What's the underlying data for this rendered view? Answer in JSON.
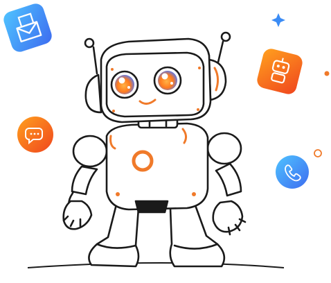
{
  "illustration": {
    "subject": "robot-mascot",
    "colors": {
      "outline": "#1a1a1a",
      "fill": "#ffffff",
      "orange_light": "#ffa01e",
      "orange_dark": "#f0461e",
      "blue_light": "#4fc3ff",
      "blue_dark": "#3d6cf0",
      "eye_orange": "#ff8a1e",
      "eye_blue": "#4a78ff",
      "accent_orange": "#f07a2a",
      "sparkle_blue": "#3b8cf5"
    },
    "floating_icons": [
      {
        "name": "mail-icon",
        "gradient": "blue"
      },
      {
        "name": "robot-badge-icon",
        "gradient": "orange"
      },
      {
        "name": "chat-icon",
        "gradient": "orange"
      },
      {
        "name": "phone-icon",
        "gradient": "blue"
      }
    ]
  }
}
